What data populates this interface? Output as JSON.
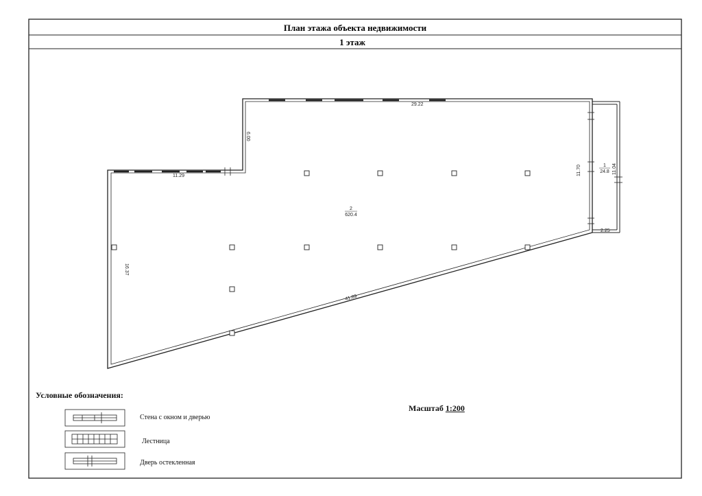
{
  "header": {
    "title": "План этажа объекта недвижимости",
    "floor": "1 этаж"
  },
  "plan": {
    "dimensions": {
      "top": "29.22",
      "step_vertical": "6.00",
      "step_horizontal": "11.29",
      "left": "16.37",
      "diagonal": "41.89",
      "right": "11.70",
      "annex_height": "11.04",
      "annex_width": "2.25"
    },
    "rooms": [
      {
        "number": "2",
        "area": "620.4"
      },
      {
        "number": "1",
        "area": "24.8"
      }
    ]
  },
  "legend": {
    "title": "Условные обозначения:",
    "items": [
      {
        "label": "Стена с окном и дверью"
      },
      {
        "label": "Лестница"
      },
      {
        "label": "Дверь остекленная"
      }
    ]
  },
  "scale": {
    "label": "Масштаб",
    "value": "1:200"
  }
}
